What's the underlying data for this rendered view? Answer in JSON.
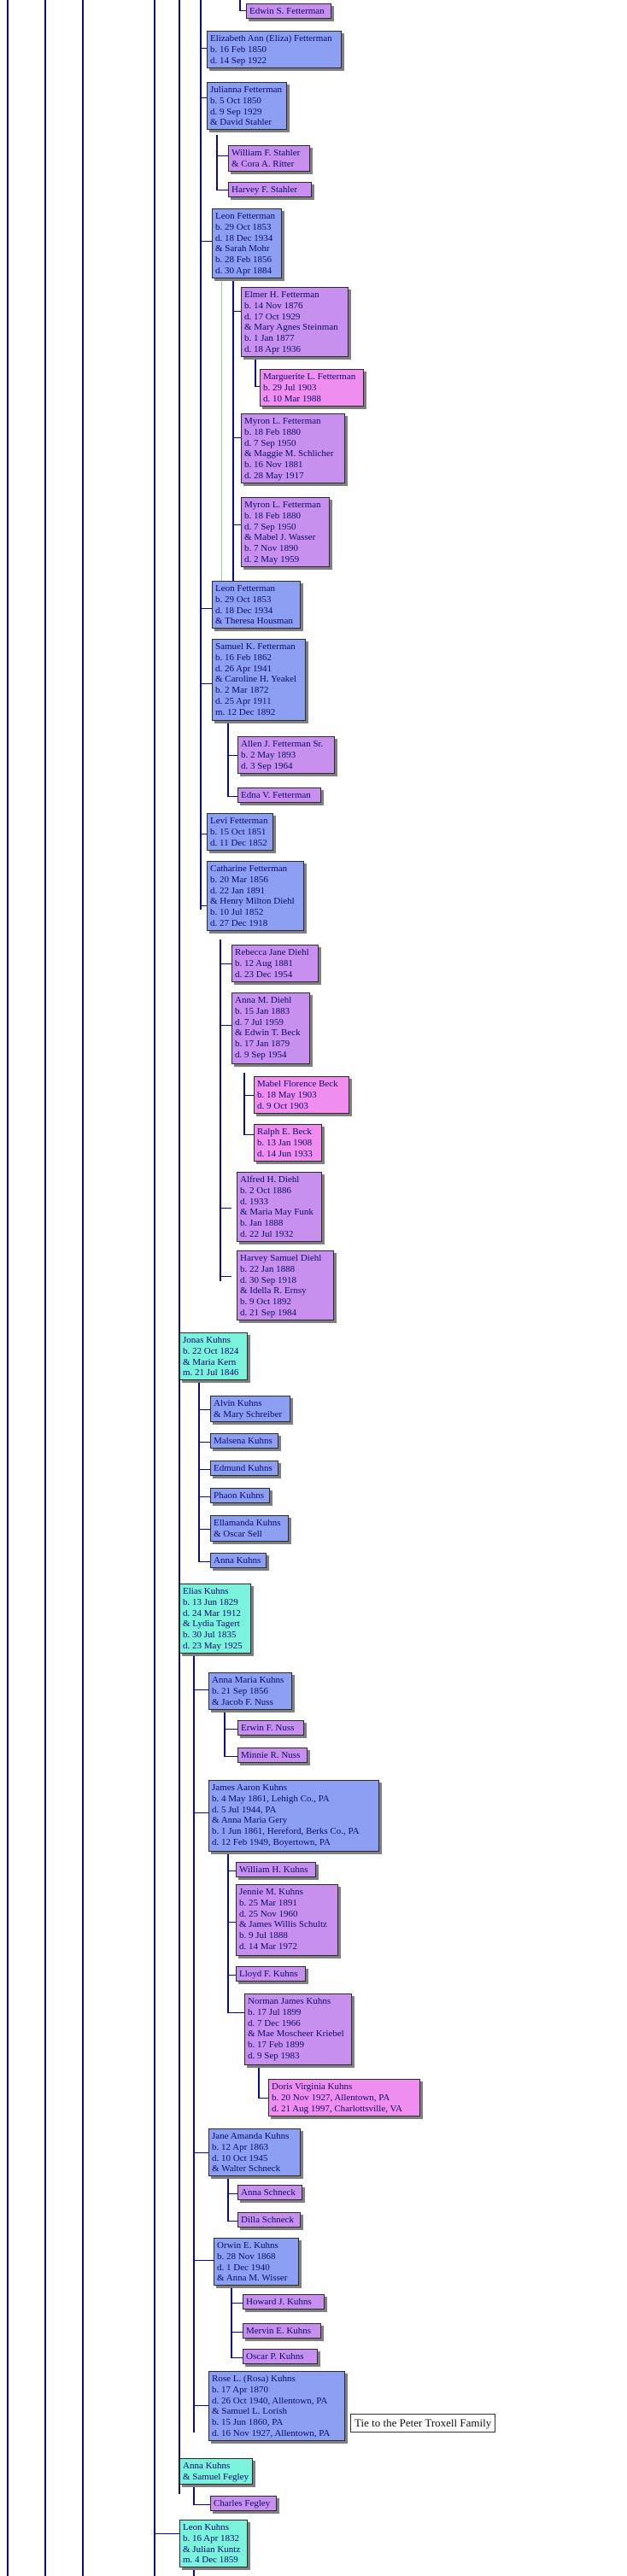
{
  "persons": {
    "edwin_fetterman": "Edwin S. Fetterman",
    "elizabeth_fetterman": "Elizabeth Ann (Eliza) Fetterman\nb. 16 Feb 1850\nd. 14 Sep 1922",
    "julianna_fetterman": "Julianna Fetterman\nb. 5 Oct 1850\nd. 9 Sep 1929\n& David Stahler",
    "william_stahler": "William F. Stahler\n& Cora A. Ritter",
    "harvey_stahler": "Harvey F. Stahler",
    "leon_fetterman_1": "Leon Fetterman\nb. 29 Oct 1853\nd. 18 Dec 1934\n& Sarah Mohr\nb. 28 Feb 1856\nd. 30 Apr 1884",
    "elmer_fetterman": "Elmer H. Fetterman\nb. 14 Nov 1876\nd. 17 Oct 1929\n& Mary Agnes Steinman\nb. 1 Jan 1877\nd. 18 Apr 1936",
    "marguerite_fetterman": "Marguerite L. Fetterman\nb. 29 Jul 1903\nd. 10 Mar 1988",
    "myron_fetterman_1": "Myron L. Fetterman\nb. 18 Feb 1880\nd. 7 Sep 1950\n& Maggie M. Schlicher\nb. 16 Nov 1881\nd. 28 May 1917",
    "myron_fetterman_2": "Myron L. Fetterman\nb. 18 Feb 1880\nd. 7 Sep 1950\n& Mabel J. Wasser\nb. 7 Nov 1890\nd. 2 May 1959",
    "leon_fetterman_2": "Leon Fetterman\nb. 29 Oct 1853\nd. 18 Dec 1934\n& Theresa Housman",
    "samuel_fetterman": "Samuel K. Fetterman\nb. 16 Feb 1862\nd. 26 Apr 1941\n& Caroline H. Yeakel\nb. 2 Mar 1872\nd. 25 Apr 1911\nm. 12 Dec 1892",
    "allen_fetterman": "Allen J. Fetterman Sr.\nb. 2 May 1893\nd. 3 Sep 1964",
    "edna_fetterman": "Edna V. Fetterman",
    "levi_fetterman": "Levi Fetterman\nb. 15 Oct 1851\nd. 11 Dec 1852",
    "catharine_fetterman": "Catharine Fetterman\nb. 20 Mar 1856\nd. 22 Jan 1891\n& Henry Milton Diehl\nb. 10 Jul 1852\nd. 27 Dec 1918",
    "rebecca_diehl": "Rebecca Jane Diehl\nb. 12 Aug 1881\nd. 23 Dec 1954",
    "anna_diehl": "Anna M. Diehl\nb. 15 Jan 1883\nd. 7 Jul 1959\n& Edwin T. Beck\nb. 17 Jan 1879\nd. 9 Sep 1954",
    "mabel_beck": "Mabel Florence Beck\nb. 18 May 1903\nd. 9 Oct 1903",
    "ralph_beck": "Ralph E. Beck\nb. 13 Jan 1908\nd. 14 Jun 1933",
    "alfred_diehl": "Alfred H. Diehl\nb. 2 Oct 1886\nd. 1933\n& Maria May Funk\nb. Jan 1888\nd. 22 Jul 1932",
    "harvey_diehl": "Harvey Samuel Diehl\nb. 22 Jan 1888\nd. 30 Sep 1918\n& Idella R. Ernsy\nb. 9 Oct 1892\nd. 21 Sep 1984",
    "jonas_kuhns": "Jonas Kuhns\nb. 22 Oct 1824\n& Maria Kern\nm. 21 Jul 1846",
    "alvin_kuhns": "Alvin Kuhns\n& Mary Schreiber",
    "malsena_kuhns": "Malsena Kuhns",
    "edmund_kuhns": "Edmund Kuhns",
    "phaon_kuhns": "Phaon Kuhns",
    "ellamanda_kuhns": "Ellamanda Kuhns\n& Oscar Sell",
    "anna_kuhns_1": "Anna Kuhns",
    "elias_kuhns": "Elias Kuhns\nb. 13 Jun 1829\nd. 24 Mar 1912\n& Lydia Tagert\nb. 30 Jul 1835\nd. 23 May 1925",
    "anna_maria_kuhns": "Anna Maria Kuhns\nb. 21 Sep 1856\n& Jacob F. Nuss",
    "erwin_nuss": "Erwin F. Nuss",
    "minnie_nuss": "Minnie R. Nuss",
    "james_kuhns": "James Aaron Kuhns\nb. 4 May 1861, Lehigh Co., PA\nd. 5 Jul 1944, PA\n& Anna Maria Gery\nb. 1 Jun 1861, Hereford, Berks Co., PA\nd. 12 Feb 1949, Boyertown, PA",
    "william_kuhns": "William H. Kuhns",
    "jennie_kuhns": "Jennie M. Kuhns\nb. 25 Mar 1891\nd. 25 Nov 1960\n& James Willis Schultz\nb. 9 Jul 1888\nd. 14 Mar 1972",
    "lloyd_kuhns": "Lloyd F. Kuhns",
    "norman_kuhns": "Norman James Kuhns\nb. 17 Jul 1899\nd. 7 Dec 1966\n& Mae Moscheer Kriebel\nb. 17 Feb 1899\nd. 9 Sep 1983",
    "doris_kuhns": "Doris Virginia Kuhns\nb. 20 Nov 1927, Allentown, PA\nd. 21 Aug 1997, Charlottsville, VA",
    "jane_kuhns": "Jane Amanda Kuhns\nb. 12 Apr 1863\nd. 10 Oct 1945\n& Walter Schneck",
    "anna_schneck": "Anna Schneck",
    "dilla_schneck": "Dilla Schneck",
    "orwin_kuhns": "Orwin E. Kuhns\nb. 28 Nov 1868\nd. 1 Dec 1940\n& Anna M. Wisser",
    "howard_kuhns": "Howard J. Kuhns",
    "mervin_kuhns": "Mervin E. Kuhns",
    "oscar_kuhns": "Oscar P. Kuhns",
    "rose_kuhns": "Rose L. (Rosa) Kuhns\nb. 17 Apr 1870\nd. 26 Oct 1940, Allentown, PA\n& Samuel L. Lorish\nb. 15 Jun 1860, PA\nd. 16 Nov 1927, Allentown, PA",
    "anna_kuhns_2": "Anna Kuhns\n& Samuel Fegley",
    "charles_fegley": "Charles Fegley",
    "leon_kuhns": "Leon Kuhns\nb. 16 Apr 1832\n& Julian Kuntz\nm. 4 Dec 1859"
  },
  "note_text": "Tie to the Peter Troxell Family",
  "colors": {
    "line": "#0b0b8a",
    "generation_aqua": "#7af2dc",
    "generation_blue": "#8c9ff2",
    "generation_violet": "#c890ee",
    "generation_pink": "#f08ef0"
  }
}
